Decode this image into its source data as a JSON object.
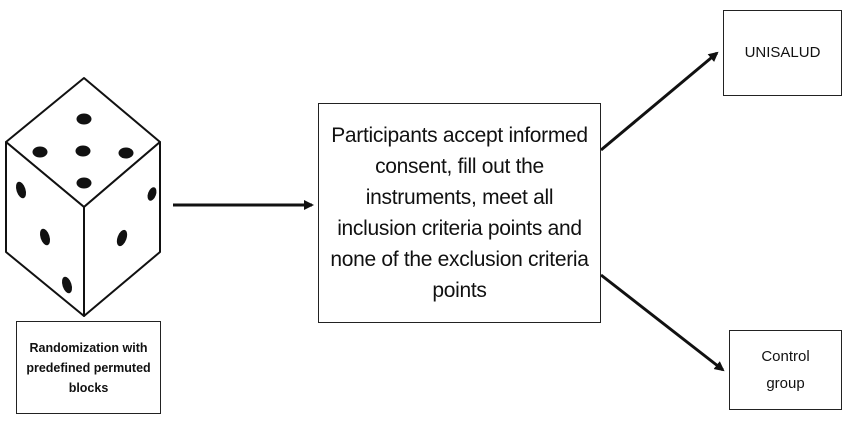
{
  "diagram": {
    "dice": {
      "icon": "dice-icon",
      "top_face_pips": 5,
      "left_face_pips": 3,
      "right_face_pips": 2
    },
    "randomization_box": {
      "text": "Randomization with predefined permuted blocks"
    },
    "central_box": {
      "text": "Participants accept informed consent, fill out the instruments, meet all inclusion criteria points and none of the exclusion criteria points"
    },
    "unisalud_box": {
      "text": "UNISALUD"
    },
    "control_box": {
      "text": "Control group"
    },
    "connections": [
      {
        "from": "dice",
        "to": "central_box"
      },
      {
        "from": "central_box",
        "to": "unisalud_box"
      },
      {
        "from": "central_box",
        "to": "control_box"
      }
    ],
    "colors": {
      "stroke": "#111111",
      "background": "#ffffff"
    }
  }
}
